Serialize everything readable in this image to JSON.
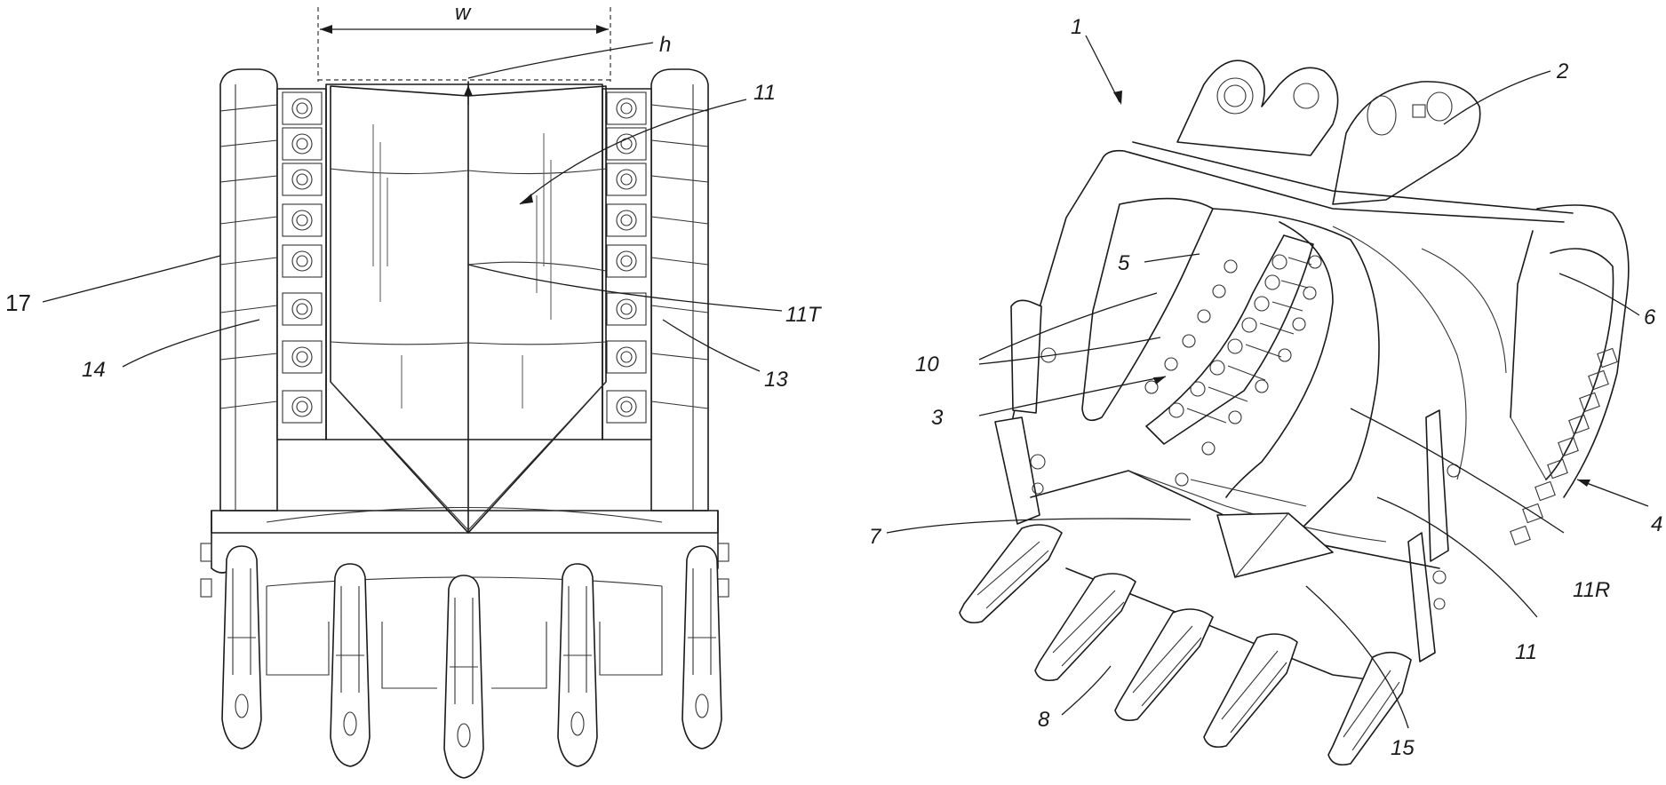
{
  "labels": {
    "w": "w",
    "h": "h",
    "l11": "11",
    "l17": "17",
    "l11T": "11T",
    "l14": "14",
    "l13": "13",
    "l1": "1",
    "l2": "2",
    "l5": "5",
    "l6": "6",
    "l10": "10",
    "l3": "3",
    "l4": "4",
    "l7": "7",
    "l11R": "11R",
    "l11b": "11",
    "l8": "8",
    "l15": "15"
  },
  "icons": {
    "front_view": "bucket-front-view-drawing",
    "perspective_view": "bucket-perspective-view-drawing"
  }
}
